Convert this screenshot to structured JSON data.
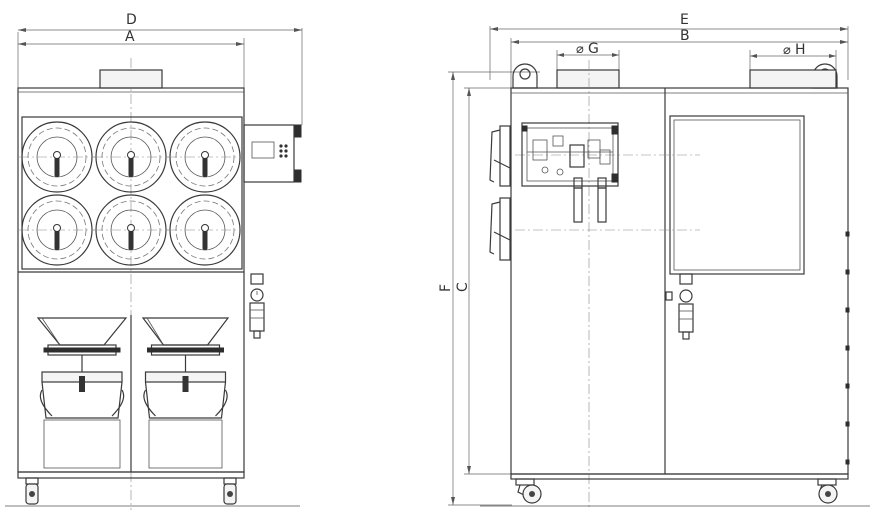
{
  "dimensions": {
    "front_overall_width": "D",
    "front_body_width": "A",
    "side_overall_width": "E",
    "side_body_width": "B",
    "outlet_diameter_g": "G",
    "outlet_diameter_h": "H",
    "overall_height": "F",
    "body_height": "C",
    "diameter_symbol": "⌀"
  }
}
